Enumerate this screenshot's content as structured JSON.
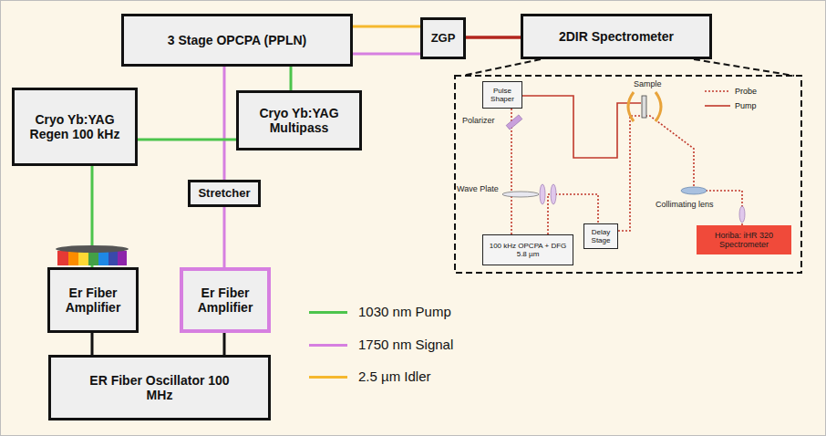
{
  "diagram": {
    "nodes": [
      {
        "text": [
          "3 Stage OPCPA (PPLN)"
        ]
      },
      {
        "text": [
          "ZGP"
        ]
      },
      {
        "text": [
          "2DIR Spectrometer"
        ]
      },
      {
        "text": [
          "Cryo Yb:YAG Regen 100 kHz"
        ]
      },
      {
        "text": [
          "Cryo Yb:YAG Multipass"
        ]
      },
      {
        "text": [
          "Stretcher"
        ]
      },
      {
        "text": [
          "Er Fiber Amplifier"
        ]
      },
      {
        "text": [
          "Er Fiber Amplifier"
        ]
      },
      {
        "text": [
          "ER Fiber Oscillator 100 MHz"
        ]
      },
      {
        "text": [
          "Pulse Shaper"
        ]
      },
      {
        "text": [
          "100 kHz OPCPA + DFG 5.8 µm"
        ]
      },
      {
        "text": [
          "Delay Stage"
        ]
      },
      {
        "text": [
          "Horiba: iHR 320 Spectrometer"
        ]
      }
    ],
    "edges": [
      {
        "from": 8,
        "to": 6,
        "arrow": "none"
      },
      {
        "from": 8,
        "to": 7,
        "arrow": "none"
      },
      {
        "from": 6,
        "to": 3,
        "arrow": "none"
      },
      {
        "from": 7,
        "to": 5,
        "arrow": "none"
      },
      {
        "from": 5,
        "to": 0,
        "arrow": "none"
      },
      {
        "from": 3,
        "to": 4,
        "arrow": "none"
      },
      {
        "from": 4,
        "to": 0,
        "arrow": "none"
      },
      {
        "from": 0,
        "to": 1,
        "arrow": "none"
      },
      {
        "from": 0,
        "to": 1,
        "arrow": "none"
      },
      {
        "from": 1,
        "to": 2,
        "arrow": "none"
      },
      {
        "from": 10,
        "to": 9,
        "arrow": "none"
      },
      {
        "from": 10,
        "to": 11,
        "arrow": "none"
      },
      {
        "from": 11,
        "to": 12,
        "arrow": "none"
      }
    ],
    "labels": [
      "Polarizer",
      "Wave Plate",
      "Sample",
      "Collimating lens"
    ],
    "legend": [
      {
        "text": "Probe"
      },
      {
        "text": "Pump"
      },
      {
        "text": "1030 nm Pump",
        "color": "#4cc44c"
      },
      {
        "text": "1750 nm Signal",
        "color": "#d67fe0"
      },
      {
        "text": "2.5 µm Idler",
        "color": "#f5b82e"
      }
    ]
  }
}
